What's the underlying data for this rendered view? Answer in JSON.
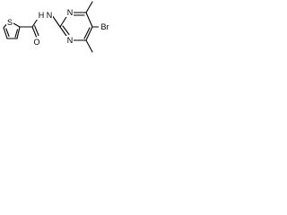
{
  "molecule": {
    "atoms": {
      "S": "S",
      "O": "O",
      "N_amide": "N",
      "H_amide": "H",
      "N_ring_upper": "N",
      "N_ring_lower": "N",
      "Br": "Br"
    }
  }
}
